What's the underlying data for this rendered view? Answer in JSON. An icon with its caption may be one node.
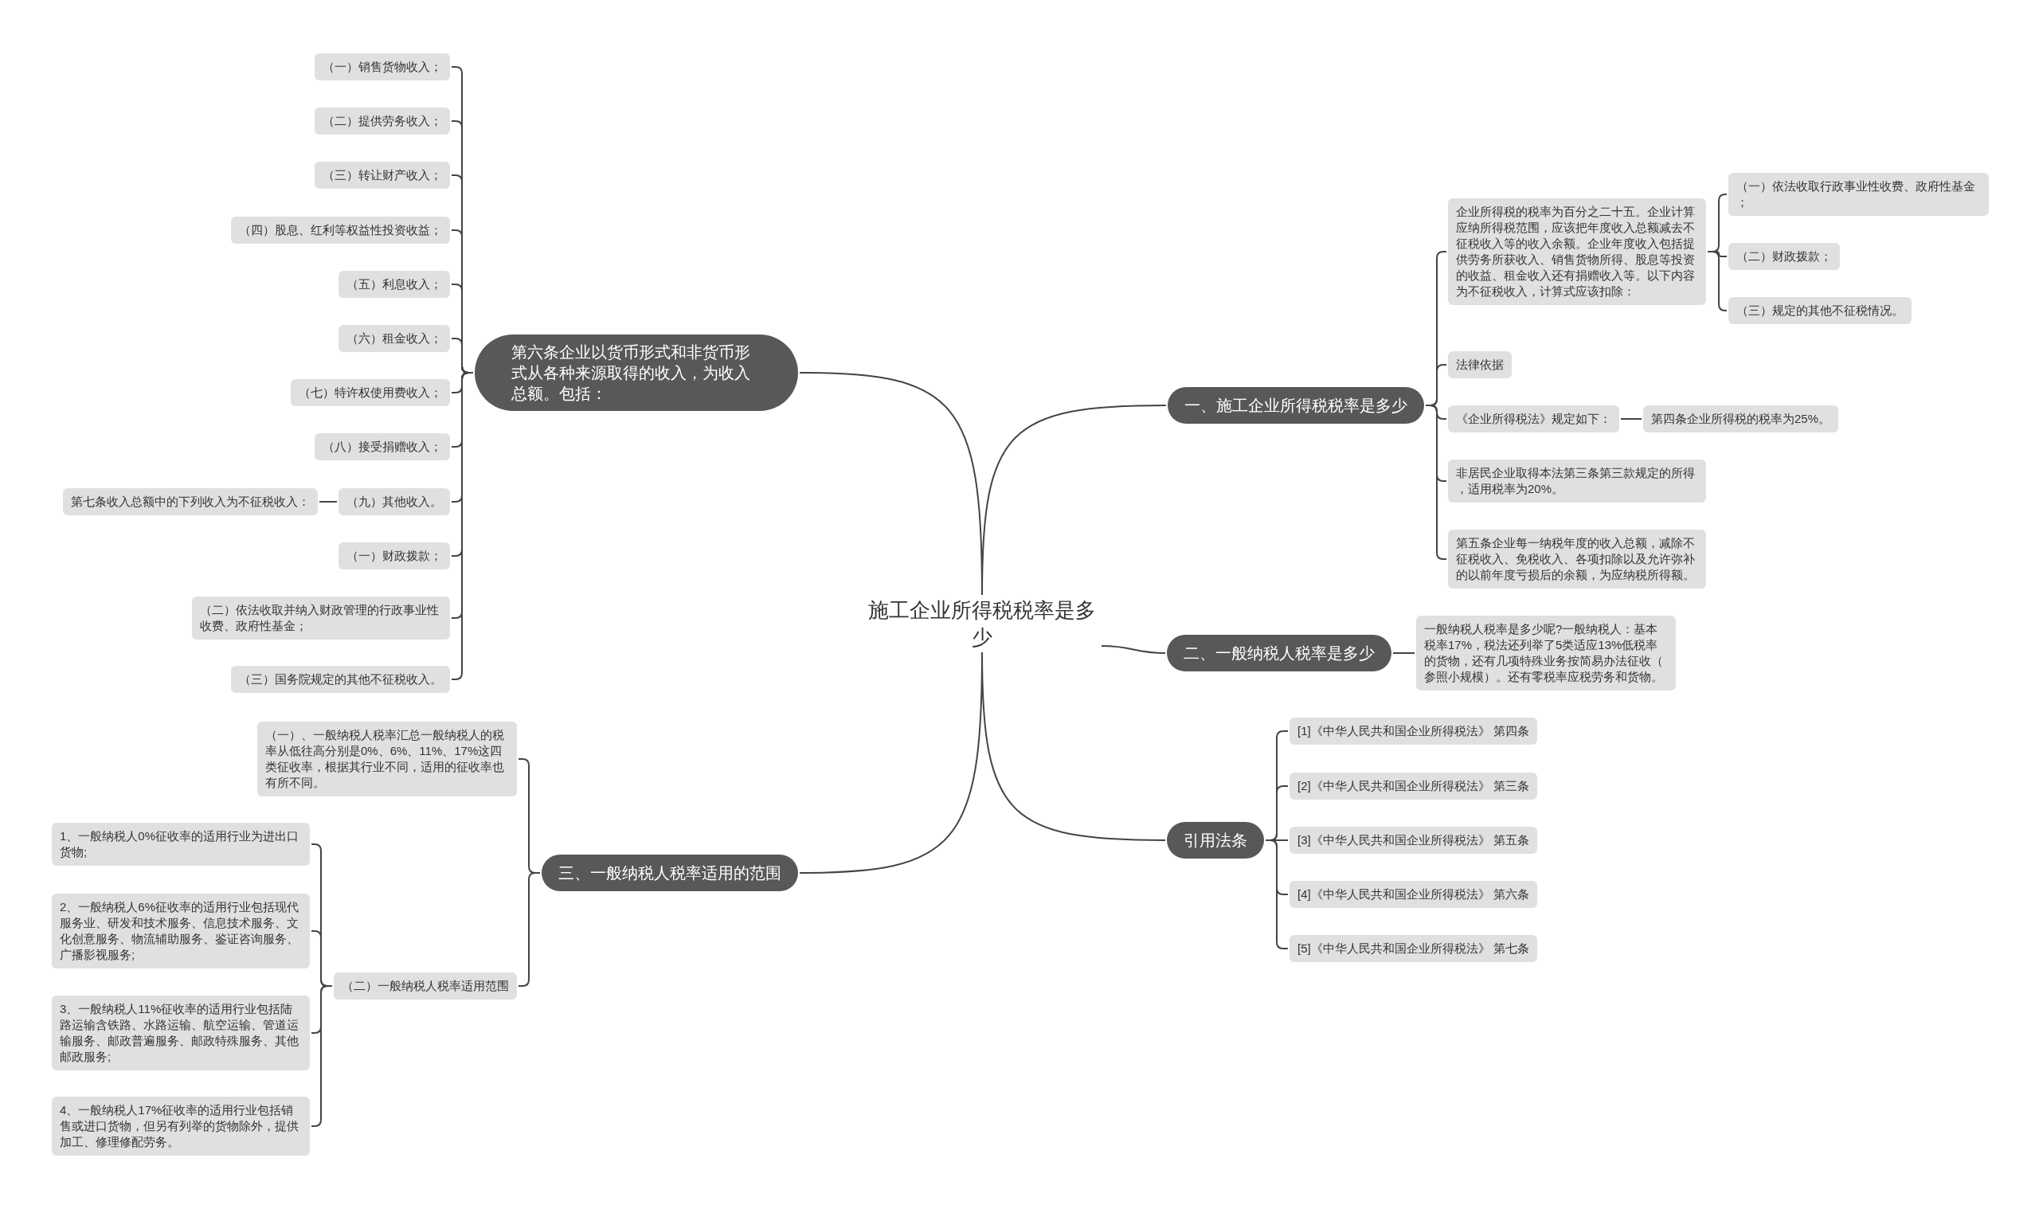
{
  "diagram": {
    "nodes": [
      {
        "text": [
          "施工企业所得税税率是多少"
        ]
      },
      {
        "text": [
          "一、施工企业所得税税率是多少"
        ]
      },
      {
        "text": [
          "企业所得税的税率为百分之二十五。企业计算应纳所得税范围，应该把年度收入总额减去不征税收入等的收入余额。企业年度收入包括提供劳务所获收入、销售货物所得、股息等投资的收益、租金收入还有捐赠收入等。以下内容为不征税收入，计算式应该扣除："
        ]
      },
      {
        "text": [
          "（一）依法收取行政事业性收费、政府性基金；"
        ]
      },
      {
        "text": [
          "（二）财政拨款；"
        ]
      },
      {
        "text": [
          "（三）规定的其他不征税情况。"
        ]
      },
      {
        "text": [
          "法律依据"
        ]
      },
      {
        "text": [
          "《企业所得税法》规定如下："
        ]
      },
      {
        "text": [
          "第四条企业所得税的税率为25%。"
        ]
      },
      {
        "text": [
          "非居民企业取得本法第三条第三款规定的所得，适用税率为20%。"
        ]
      },
      {
        "text": [
          "第五条企业每一纳税年度的收入总额，减除不征税收入、免税收入、各项扣除以及允许弥补的以前年度亏损后的余额，为应纳税所得额。"
        ]
      },
      {
        "text": [
          "二、一般纳税人税率是多少"
        ]
      },
      {
        "text": [
          "一般纳税人税率是多少呢?一般纳税人：基本税率17%，税法还列举了5类适应13%低税率的货物，还有几项特殊业务按简易办法征收（参照小规模）。还有零税率应税劳务和货物。"
        ]
      },
      {
        "text": [
          "三、一般纳税人税率适用的范围"
        ]
      },
      {
        "text": [
          "（一）、一般纳税人税率汇总一般纳税人的税率从低往高分别是0%、6%、11%、17%这四类征收率，根据其行业不同，适用的征收率也有所不同。"
        ]
      },
      {
        "text": [
          "（二）一般纳税人税率适用范围"
        ]
      },
      {
        "text": [
          "1、一般纳税人0%征收率的适用行业为进出口货物;"
        ]
      },
      {
        "text": [
          "2、一般纳税人6%征收率的适用行业包括现代服务业、研发和技术服务、信息技术服务、文化创意服务、物流辅助服务、鉴证咨询服务、广播影视服务;"
        ]
      },
      {
        "text": [
          "3、一般纳税人11%征收率的适用行业包括陆路运输含铁路、水路运输、航空运输、管道运输服务、邮政普遍服务、邮政特殊服务、其他邮政服务;"
        ]
      },
      {
        "text": [
          "4、一般纳税人17%征收率的适用行业包括销售或进口货物，但另有列举的货物除外，提供加工、修理修配劳务。"
        ]
      },
      {
        "text": [
          "第六条企业以货币形式和非货币形式从各种来源取得的收入，为收入总额。包括："
        ]
      },
      {
        "text": [
          "（一）销售货物收入；"
        ]
      },
      {
        "text": [
          "（二）提供劳务收入；"
        ]
      },
      {
        "text": [
          "（三）转让财产收入；"
        ]
      },
      {
        "text": [
          "（四）股息、红利等权益性投资收益；"
        ]
      },
      {
        "text": [
          "（五）利息收入；"
        ]
      },
      {
        "text": [
          "（六）租金收入；"
        ]
      },
      {
        "text": [
          "（七）特许权使用费收入；"
        ]
      },
      {
        "text": [
          "（八）接受捐赠收入；"
        ]
      },
      {
        "text": [
          "（九）其他收入。"
        ]
      },
      {
        "text": [
          "第七条收入总额中的下列收入为不征税收入："
        ]
      },
      {
        "text": [
          "（一）财政拨款；"
        ]
      },
      {
        "text": [
          "（二）依法收取并纳入财政管理的行政事业性收费、政府性基金；"
        ]
      },
      {
        "text": [
          "（三）国务院规定的其他不征税收入。"
        ]
      },
      {
        "text": [
          "引用法条"
        ]
      },
      {
        "text": [
          "[1]《中华人民共和国企业所得税法》 第四条"
        ]
      },
      {
        "text": [
          "[2]《中华人民共和国企业所得税法》 第三条"
        ]
      },
      {
        "text": [
          "[3]《中华人民共和国企业所得税法》 第五条"
        ]
      },
      {
        "text": [
          "[4]《中华人民共和国企业所得税法》 第六条"
        ]
      },
      {
        "text": [
          "[5]《中华人民共和国企业所得税法》 第七条"
        ]
      }
    ],
    "edges": [
      {
        "from": 0,
        "to": 1,
        "arrow": "none"
      },
      {
        "from": 1,
        "to": 2,
        "arrow": "none"
      },
      {
        "from": 2,
        "to": 3,
        "arrow": "none"
      },
      {
        "from": 2,
        "to": 4,
        "arrow": "none"
      },
      {
        "from": 2,
        "to": 5,
        "arrow": "none"
      },
      {
        "from": 1,
        "to": 6,
        "arrow": "none"
      },
      {
        "from": 1,
        "to": 7,
        "arrow": "none"
      },
      {
        "from": 7,
        "to": 8,
        "arrow": "none"
      },
      {
        "from": 1,
        "to": 9,
        "arrow": "none"
      },
      {
        "from": 1,
        "to": 10,
        "arrow": "none"
      },
      {
        "from": 0,
        "to": 11,
        "arrow": "none"
      },
      {
        "from": 11,
        "to": 12,
        "arrow": "none"
      },
      {
        "from": 0,
        "to": 13,
        "arrow": "none"
      },
      {
        "from": 13,
        "to": 14,
        "arrow": "none"
      },
      {
        "from": 13,
        "to": 15,
        "arrow": "none"
      },
      {
        "from": 15,
        "to": 16,
        "arrow": "none"
      },
      {
        "from": 15,
        "to": 17,
        "arrow": "none"
      },
      {
        "from": 15,
        "to": 18,
        "arrow": "none"
      },
      {
        "from": 15,
        "to": 19,
        "arrow": "none"
      },
      {
        "from": 0,
        "to": 20,
        "arrow": "none"
      },
      {
        "from": 20,
        "to": 21,
        "arrow": "none"
      },
      {
        "from": 20,
        "to": 22,
        "arrow": "none"
      },
      {
        "from": 20,
        "to": 23,
        "arrow": "none"
      },
      {
        "from": 20,
        "to": 24,
        "arrow": "none"
      },
      {
        "from": 20,
        "to": 25,
        "arrow": "none"
      },
      {
        "from": 20,
        "to": 26,
        "arrow": "none"
      },
      {
        "from": 20,
        "to": 27,
        "arrow": "none"
      },
      {
        "from": 20,
        "to": 28,
        "arrow": "none"
      },
      {
        "from": 20,
        "to": 29,
        "arrow": "none"
      },
      {
        "from": 29,
        "to": 30,
        "arrow": "none"
      },
      {
        "from": 20,
        "to": 31,
        "arrow": "none"
      },
      {
        "from": 20,
        "to": 32,
        "arrow": "none"
      },
      {
        "from": 20,
        "to": 33,
        "arrow": "none"
      },
      {
        "from": 0,
        "to": 34,
        "arrow": "none"
      },
      {
        "from": 34,
        "to": 35,
        "arrow": "none"
      },
      {
        "from": 34,
        "to": 36,
        "arrow": "none"
      },
      {
        "from": 34,
        "to": 37,
        "arrow": "none"
      },
      {
        "from": 34,
        "to": 38,
        "arrow": "none"
      },
      {
        "from": 34,
        "to": 39,
        "arrow": "none"
      }
    ]
  }
}
